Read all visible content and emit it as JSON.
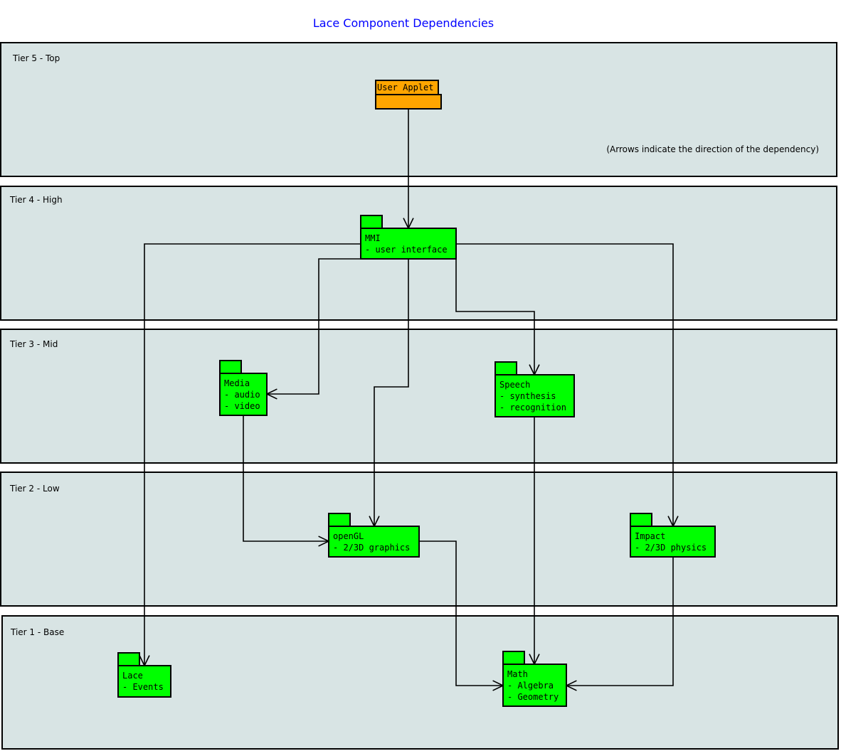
{
  "title": "Lace Component Dependencies",
  "note": "(Arrows indicate the direction of the dependency)",
  "colors": {
    "background": "#d8e4e4",
    "component": "#00ff00",
    "applet": "#ffa500",
    "title": "#0000ff"
  },
  "tiers": [
    {
      "id": "t5",
      "label": "Tier 5 - Top"
    },
    {
      "id": "t4",
      "label": "Tier 4 - High"
    },
    {
      "id": "t3",
      "label": "Tier 3 - Mid"
    },
    {
      "id": "t2",
      "label": "Tier 2 - Low"
    },
    {
      "id": "t1",
      "label": "Tier 1 - Base"
    }
  ],
  "nodes": [
    {
      "id": "applet",
      "lines": [
        "User Applet"
      ]
    },
    {
      "id": "mmi",
      "lines": [
        "MMI",
        "- user interface"
      ]
    },
    {
      "id": "media",
      "lines": [
        "Media",
        "- audio",
        "- video"
      ]
    },
    {
      "id": "speech",
      "lines": [
        "Speech",
        "- synthesis",
        "- recognition"
      ]
    },
    {
      "id": "opengl",
      "lines": [
        "openGL",
        "- 2/3D graphics"
      ]
    },
    {
      "id": "impact",
      "lines": [
        "Impact",
        "- 2/3D physics"
      ]
    },
    {
      "id": "lace",
      "lines": [
        "Lace",
        " - Events"
      ]
    },
    {
      "id": "math",
      "lines": [
        "Math",
        "- Algebra",
        "- Geometry"
      ]
    }
  ],
  "edges": [
    {
      "from": "applet",
      "to": "mmi"
    },
    {
      "from": "mmi",
      "to": "lace"
    },
    {
      "from": "mmi",
      "to": "impact"
    },
    {
      "from": "mmi",
      "to": "media"
    },
    {
      "from": "mmi",
      "to": "opengl"
    },
    {
      "from": "mmi",
      "to": "speech"
    },
    {
      "from": "media",
      "to": "opengl"
    },
    {
      "from": "speech",
      "to": "math"
    },
    {
      "from": "opengl",
      "to": "math"
    },
    {
      "from": "impact",
      "to": "math"
    }
  ]
}
